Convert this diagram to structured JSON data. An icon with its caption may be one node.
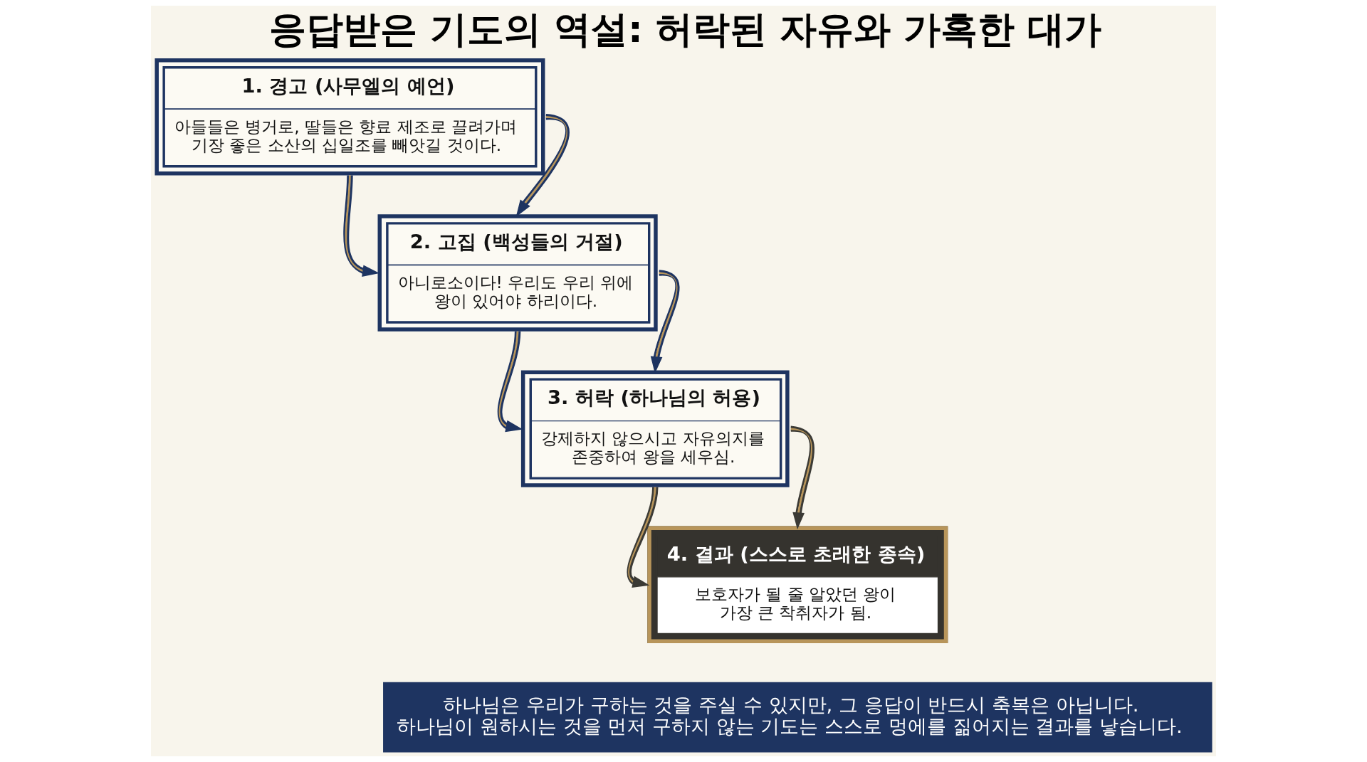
{
  "diagram": {
    "title": "응답받은 기도의 역설: 허락된 자유와 가혹한 대가",
    "nodes": [
      {
        "text": [
          "1. 경고 (사무엘의 예언)",
          "아들들은 병거로, 딸들은 향료 제조로 끌려가며 기장 좋은 소산의 십일조를 빼앗길 것이다."
        ]
      },
      {
        "text": [
          "2. 고집 (백성들의 거절)",
          "아니로소이다! 우리도 우리 위에 왕이 있어야 하리이다."
        ]
      },
      {
        "text": [
          "3. 허락 (하나님의 허용)",
          "강제하지 않으시고 자유의지를 존중하여 왕을 세우심."
        ]
      },
      {
        "text": [
          "4. 결과 (스스로 초래한 종속)",
          "보호자가 될 줄 알았던 왕이 가장 큰 착취자가 됨."
        ]
      },
      {
        "text": [
          "하나님은 우리가 구하는 것을 주실 수 있지만, 그 응답이 반드시 축복은 아닙니다. 하나님이 원하시는 것을 먼저 구하지 않는 기도는 스스로 멍에를 짊어지는 결과를 낳습니다."
        ]
      }
    ],
    "edges": [
      {
        "from": 0,
        "to": 1,
        "arrow": "to"
      },
      {
        "from": 0,
        "to": 1,
        "arrow": "to"
      },
      {
        "from": 1,
        "to": 2,
        "arrow": "to"
      },
      {
        "from": 1,
        "to": 2,
        "arrow": "to"
      },
      {
        "from": 2,
        "to": 3,
        "arrow": "to",
        "color": "#3b3a35"
      },
      {
        "from": 2,
        "to": 3,
        "arrow": "to",
        "color": "#3b3a35"
      }
    ]
  }
}
